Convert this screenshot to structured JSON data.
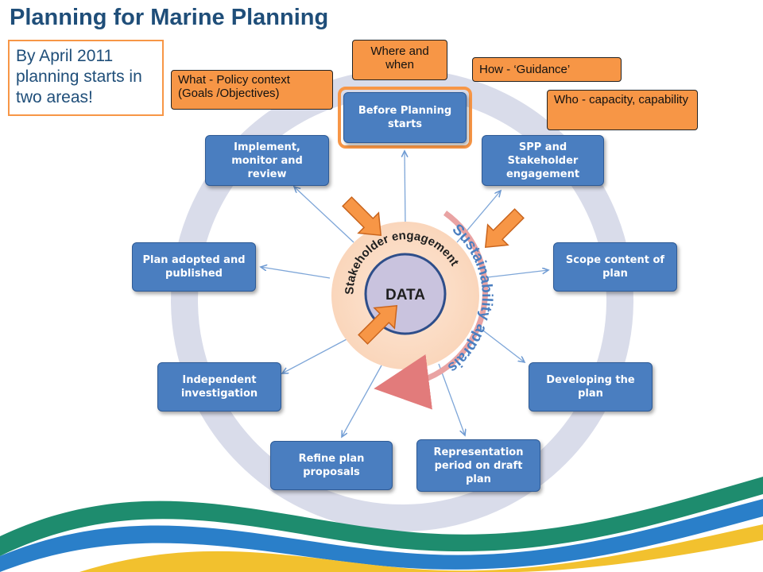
{
  "title": "Planning for Marine Planning",
  "note": "By April 2011 planning starts in two areas!",
  "callouts": {
    "what": "What - Policy context (Goals /Objectives)",
    "where": "Where and when",
    "how": "How - ‘Guidance’",
    "who": "Who - capacity, capability"
  },
  "steps": [
    "Before Planning starts",
    "SPP and Stakeholder engagement",
    "Scope content of plan",
    "Developing the plan",
    "Representation period on draft plan",
    "Refine plan proposals",
    "Independent investigation",
    "Plan adopted and published",
    "Implement, monitor and review"
  ],
  "center": {
    "data": "DATA",
    "ring_label": "Stakeholder engagement",
    "arc_label": "Sustainability appraisal"
  },
  "colors": {
    "title": "#1f4e79",
    "step_fill": "#4a7ec0",
    "callout_fill": "#f79646",
    "ring": "#d9dcea",
    "core": "#c9c3de",
    "halo": "#fbe1cc"
  }
}
